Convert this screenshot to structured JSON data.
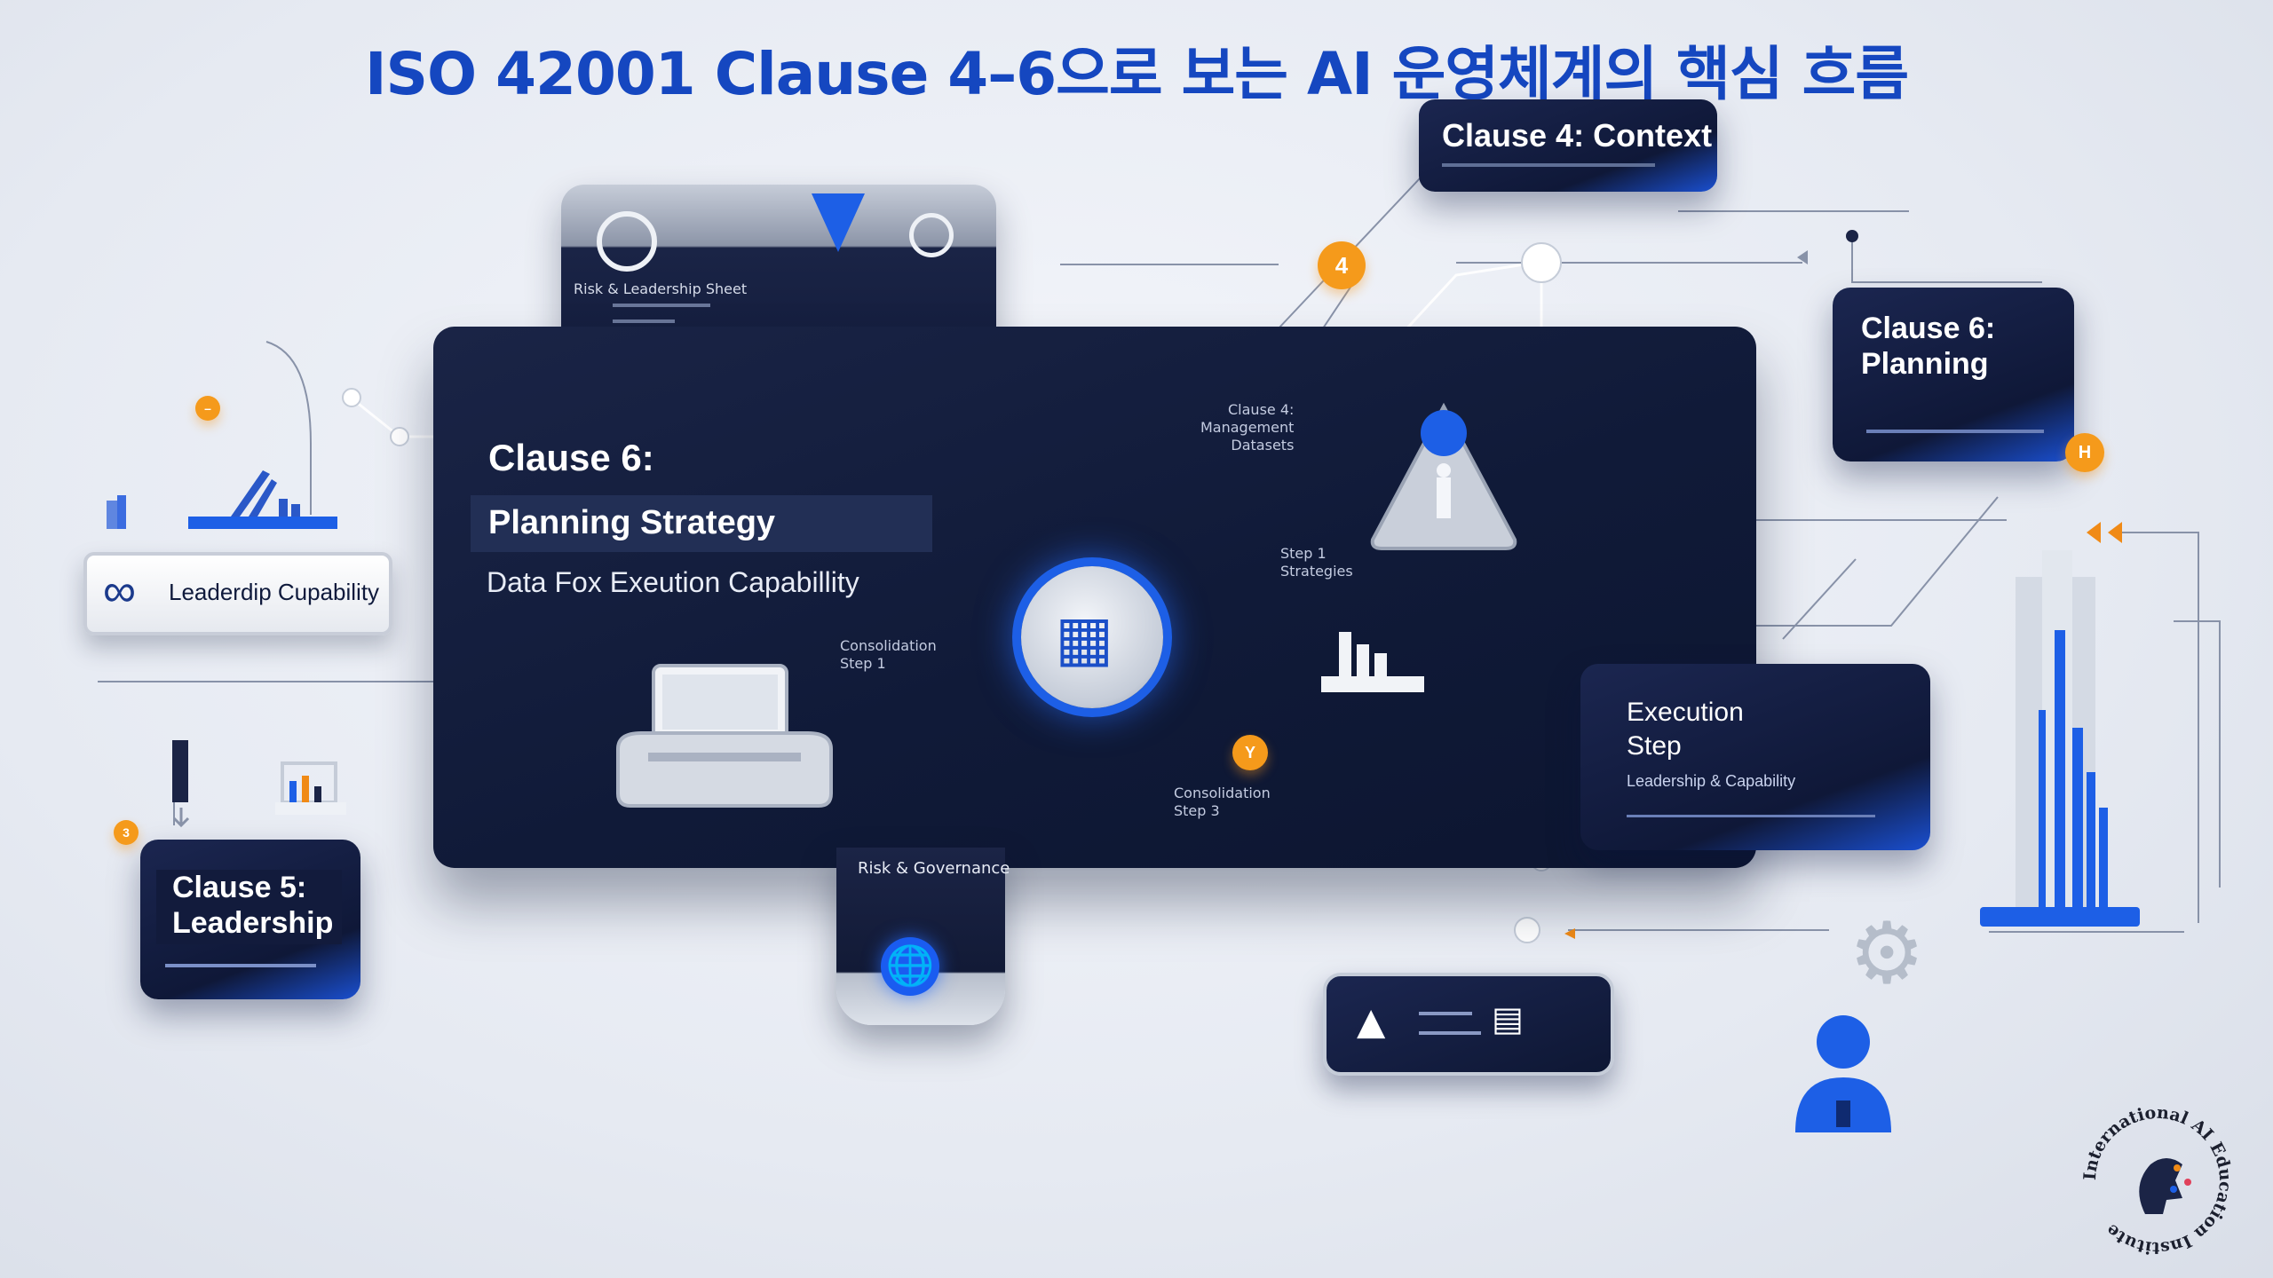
{
  "title": "ISO 42001 Clause 4–6으로 보는 AI 운영체계의 핵심 흐름",
  "cards": {
    "context": "Clause 4: Context",
    "planning_line1": "Clause 6:",
    "planning_line2": "Planning",
    "leadership_line1": "Clause 5:",
    "leadership_line2": "Leadership",
    "execution_line1": "Execution",
    "execution_line2": "Step",
    "execution_sub": "Leadership & Capability",
    "leadership_capability": "Leaderdip Cupability"
  },
  "center": {
    "title": "Clause 6:",
    "subtitle": "Planning Strategy",
    "line": "Data Fox Exeution Capabillity"
  },
  "labels": {
    "step1": "Consolidation\nStep 1",
    "step3": "Consolidation\nStep 3",
    "step2": "Step 1\nStrategies",
    "management": "Clause 4:\nManagement\nDatasets",
    "risk": "Risk & Governance",
    "panel_heading": "Risk & Leadership Sheet"
  },
  "badges": {
    "b4": "4",
    "right": "H",
    "center": "Y",
    "left": "–",
    "lower_left": "3"
  },
  "icons": {
    "hub": "factory-icon",
    "triangle": "person-warning-icon",
    "printer": "laptop-printer-icon",
    "globe": "globe-icon",
    "person": "person-icon",
    "gear": "gear-icon",
    "logo": "institute-logo"
  },
  "logo_text": "International AI Education Institute",
  "colors": {
    "title_blue": "#1547c0",
    "accent_orange": "#f59a1b",
    "dark_navy": "#101a38",
    "electric_blue": "#1d5fe6"
  }
}
